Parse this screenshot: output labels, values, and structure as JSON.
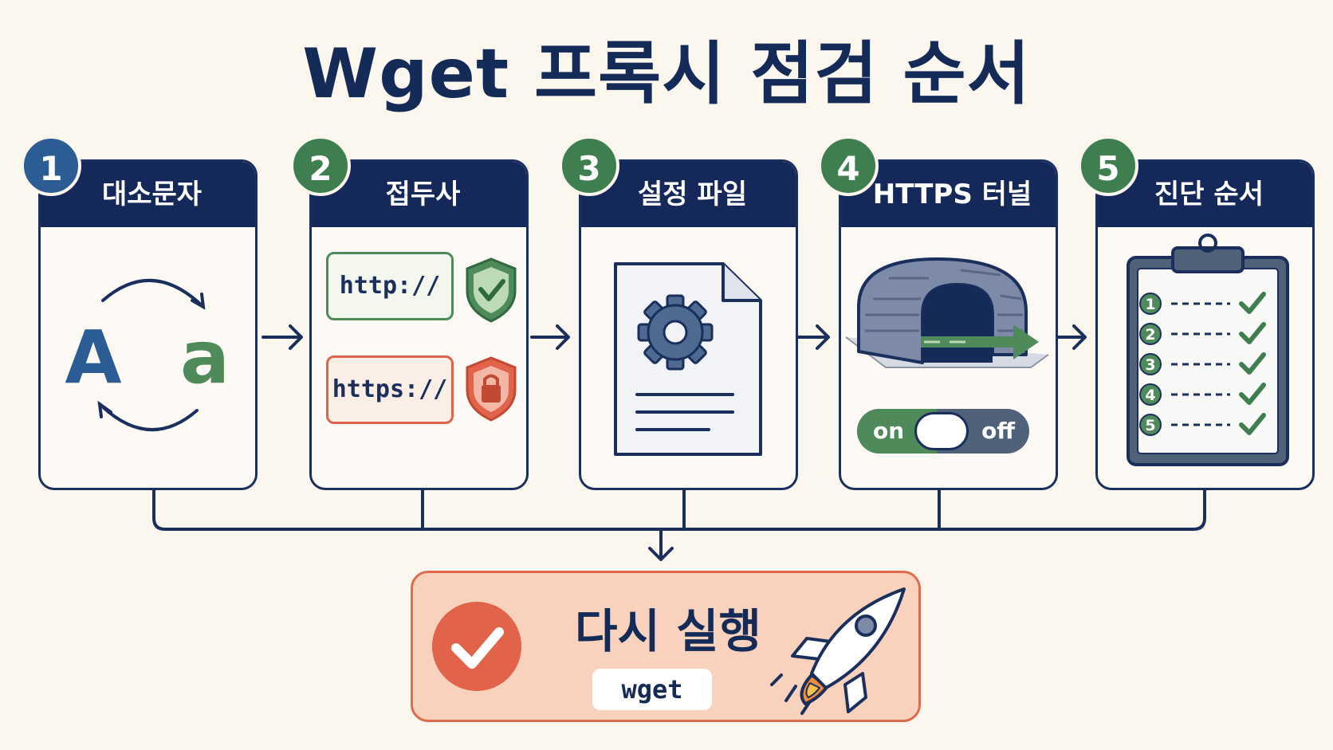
{
  "title": "Wget 프록시 점검 순서",
  "colors": {
    "navy": "#14295a",
    "blue": "#2b5c93",
    "green": "#3f7e4f",
    "red": "#e0634a",
    "background": "#fbf6ee",
    "result_fill": "#f9d2bd"
  },
  "steps": [
    {
      "number": "1",
      "label": "대소문자",
      "icons": {
        "upper": "A",
        "lower": "a",
        "arrows": "swap-arrows-icon"
      }
    },
    {
      "number": "2",
      "label": "접두사",
      "prefix_http": "http://",
      "prefix_https": "https://",
      "icons": {
        "http": "shield-check-icon",
        "https": "shield-lock-icon"
      }
    },
    {
      "number": "3",
      "label": "설정 파일",
      "icons": {
        "file": "config-file-icon",
        "gear": "gear-icon"
      }
    },
    {
      "number": "4",
      "label": "HTTPS 터널",
      "toggle_on": "on",
      "toggle_off": "off",
      "icons": {
        "tunnel": "tunnel-icon"
      }
    },
    {
      "number": "5",
      "label": "진단 순서",
      "checklist": [
        "1",
        "2",
        "3",
        "4",
        "5"
      ],
      "icons": {
        "board": "clipboard-icon",
        "check": "check-icon"
      }
    }
  ],
  "result": {
    "title": "다시 실행",
    "command": "wget",
    "icons": {
      "check": "check-circle-icon",
      "rocket": "rocket-icon"
    }
  }
}
